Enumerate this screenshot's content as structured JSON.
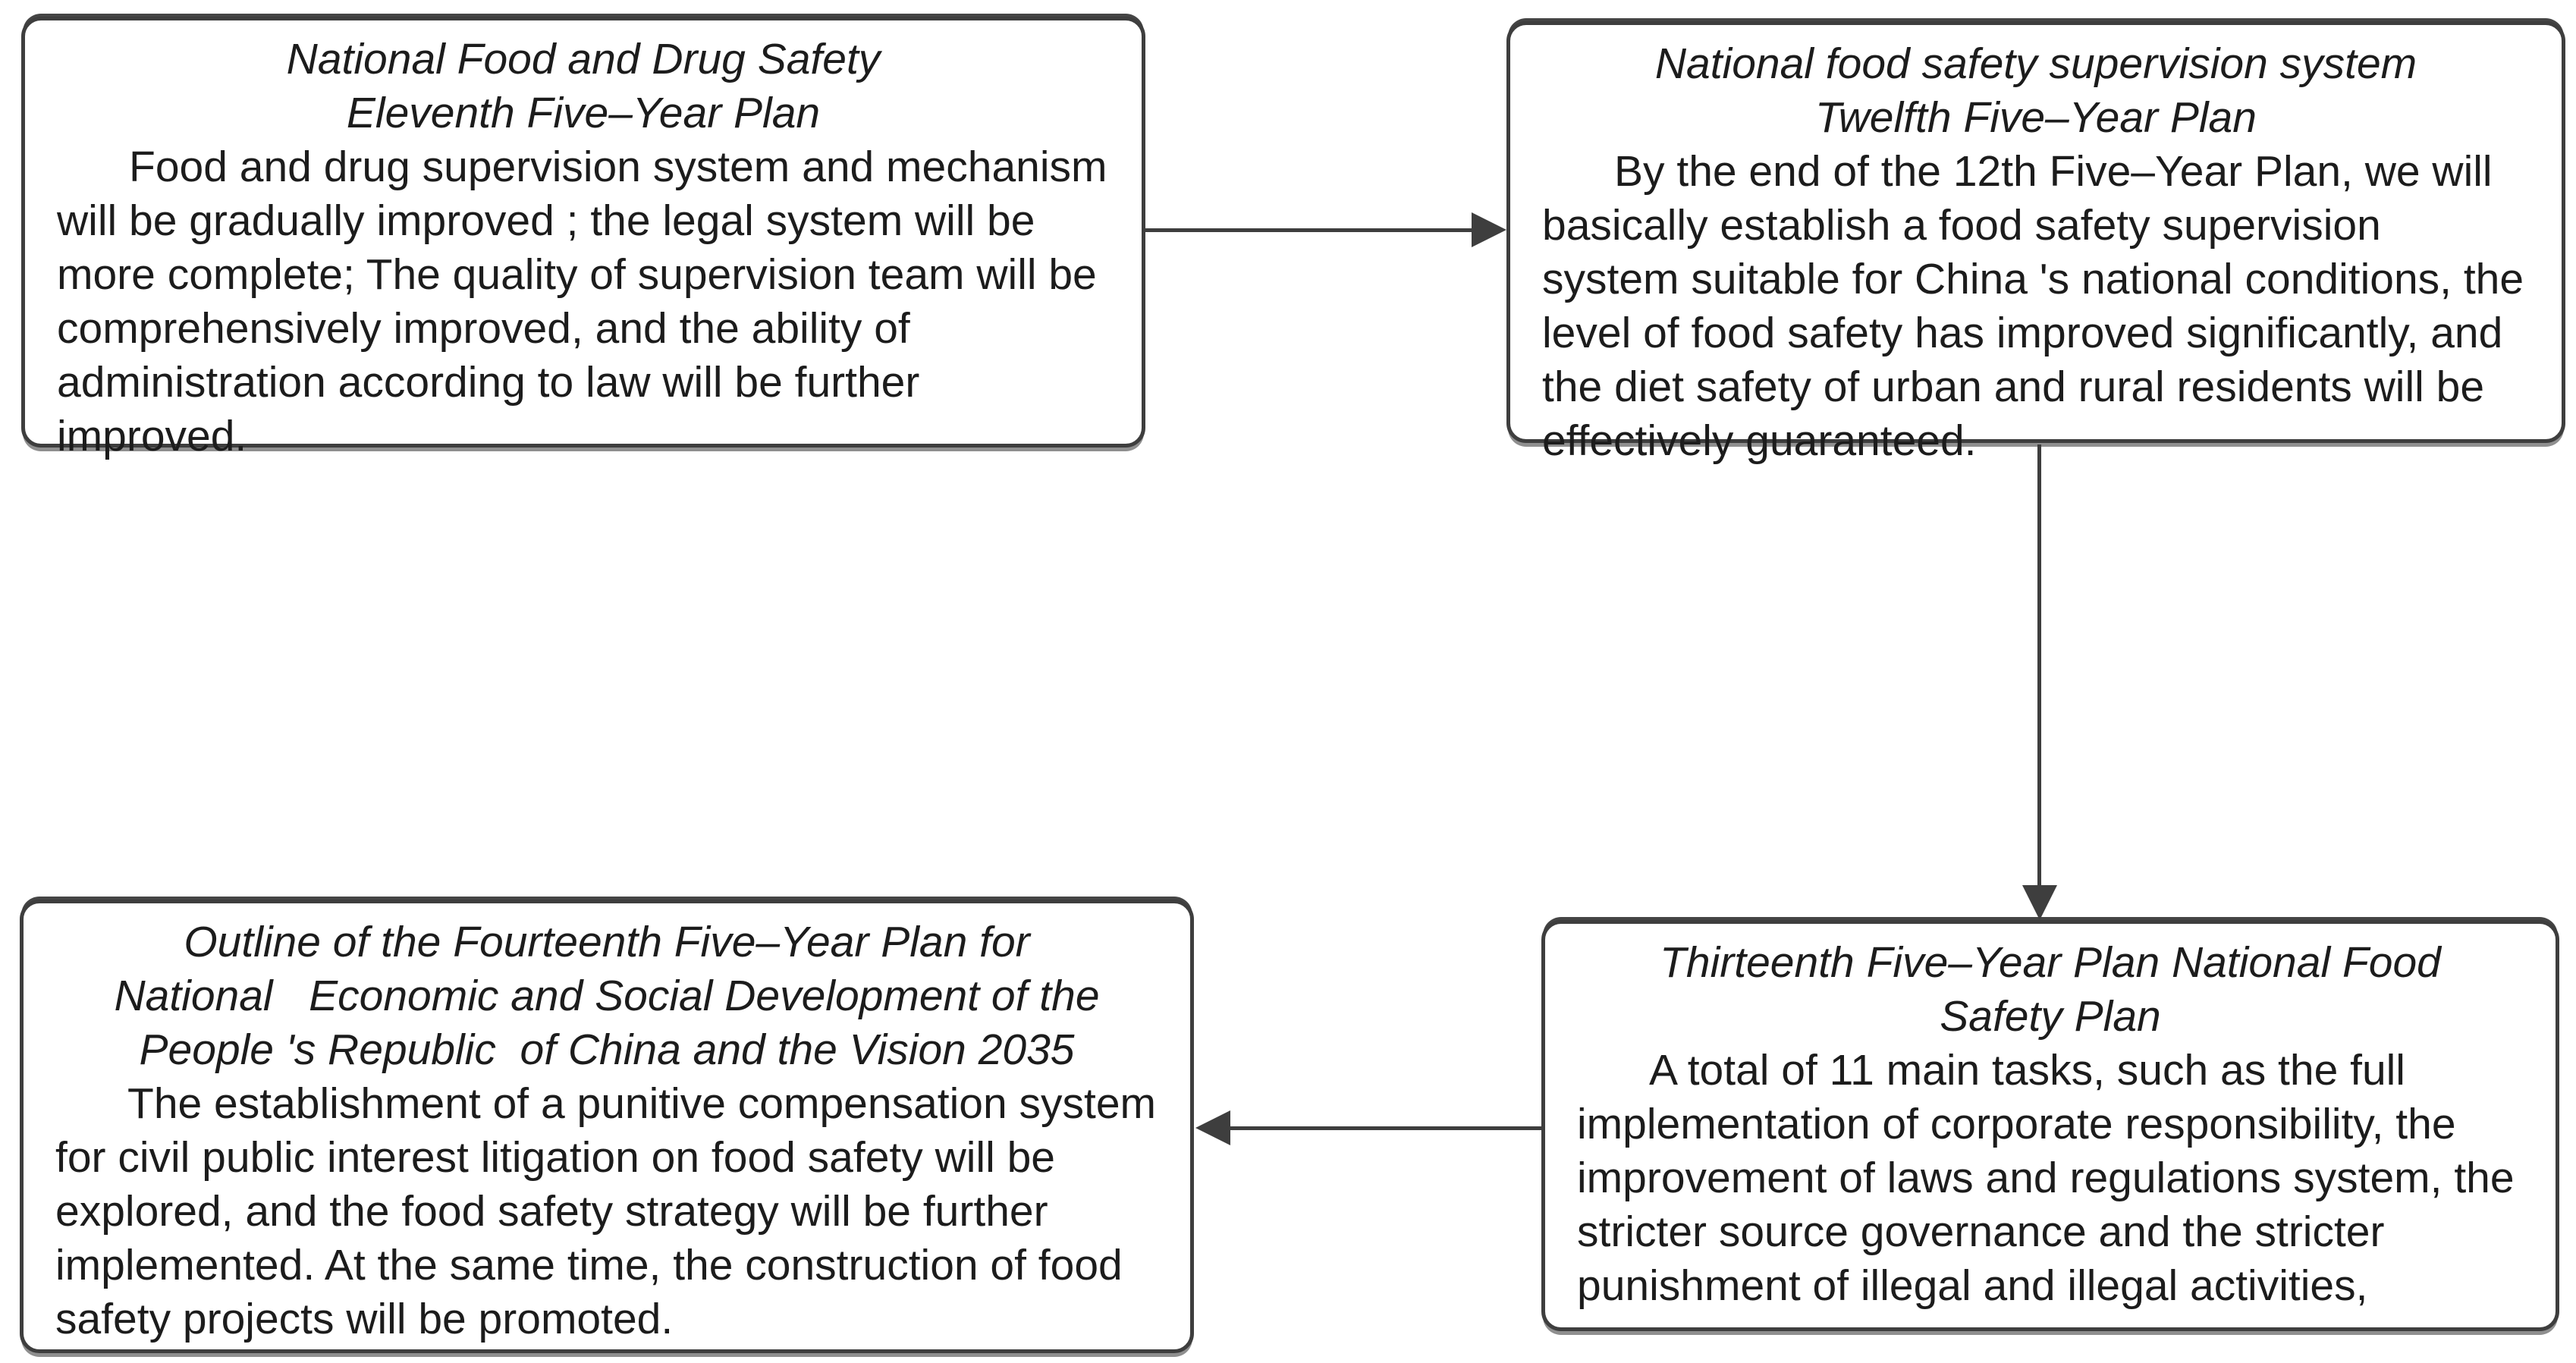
{
  "diagram": {
    "background_color": "#ffffff",
    "line_color": "#3e3e3e",
    "text_color": "#1c1c1c",
    "boxes": [
      {
        "id": "plan-11",
        "title_lines": [
          "National Food and Drug Safety",
          "Eleventh Five–Year Plan"
        ],
        "body": "Food and drug supervision system and mechanism will be gradually improved ; the legal system will be more complete; The quality of supervision team will be comprehensively improved, and the ability of administration according to law will be further improved."
      },
      {
        "id": "plan-12",
        "title_lines": [
          "National food safety supervision system",
          "Twelfth Five–Year Plan"
        ],
        "body": "By the end of the 12th Five–Year Plan, we will basically establish a food safety supervision system suitable for China 's national conditions, the level of food safety has improved significantly, and the diet safety of urban and rural residents will be effectively guaranteed."
      },
      {
        "id": "plan-13",
        "title_lines": [
          "Thirteenth Five–Year Plan National Food",
          "Safety Plan"
        ],
        "body": "A total of 11 main tasks, such as the full implementation of corporate responsibility, the improvement of laws and regulations system, the stricter source governance and the stricter punishment of illegal and illegal activities,"
      },
      {
        "id": "plan-14",
        "title_lines": [
          "Outline of the Fourteenth Five–Year Plan for",
          "National   Economic and Social Development of the",
          "People 's Republic  of China and the Vision 2035"
        ],
        "body": "The establishment of a punitive compensation system for civil public interest litigation on food safety will be explored, and the food safety strategy will be further implemented. At the same time, the construction of food safety projects will be promoted."
      }
    ],
    "arrows": [
      {
        "from": "plan-11",
        "to": "plan-12",
        "direction": "right"
      },
      {
        "from": "plan-12",
        "to": "plan-13",
        "direction": "down"
      },
      {
        "from": "plan-13",
        "to": "plan-14",
        "direction": "left"
      }
    ]
  }
}
